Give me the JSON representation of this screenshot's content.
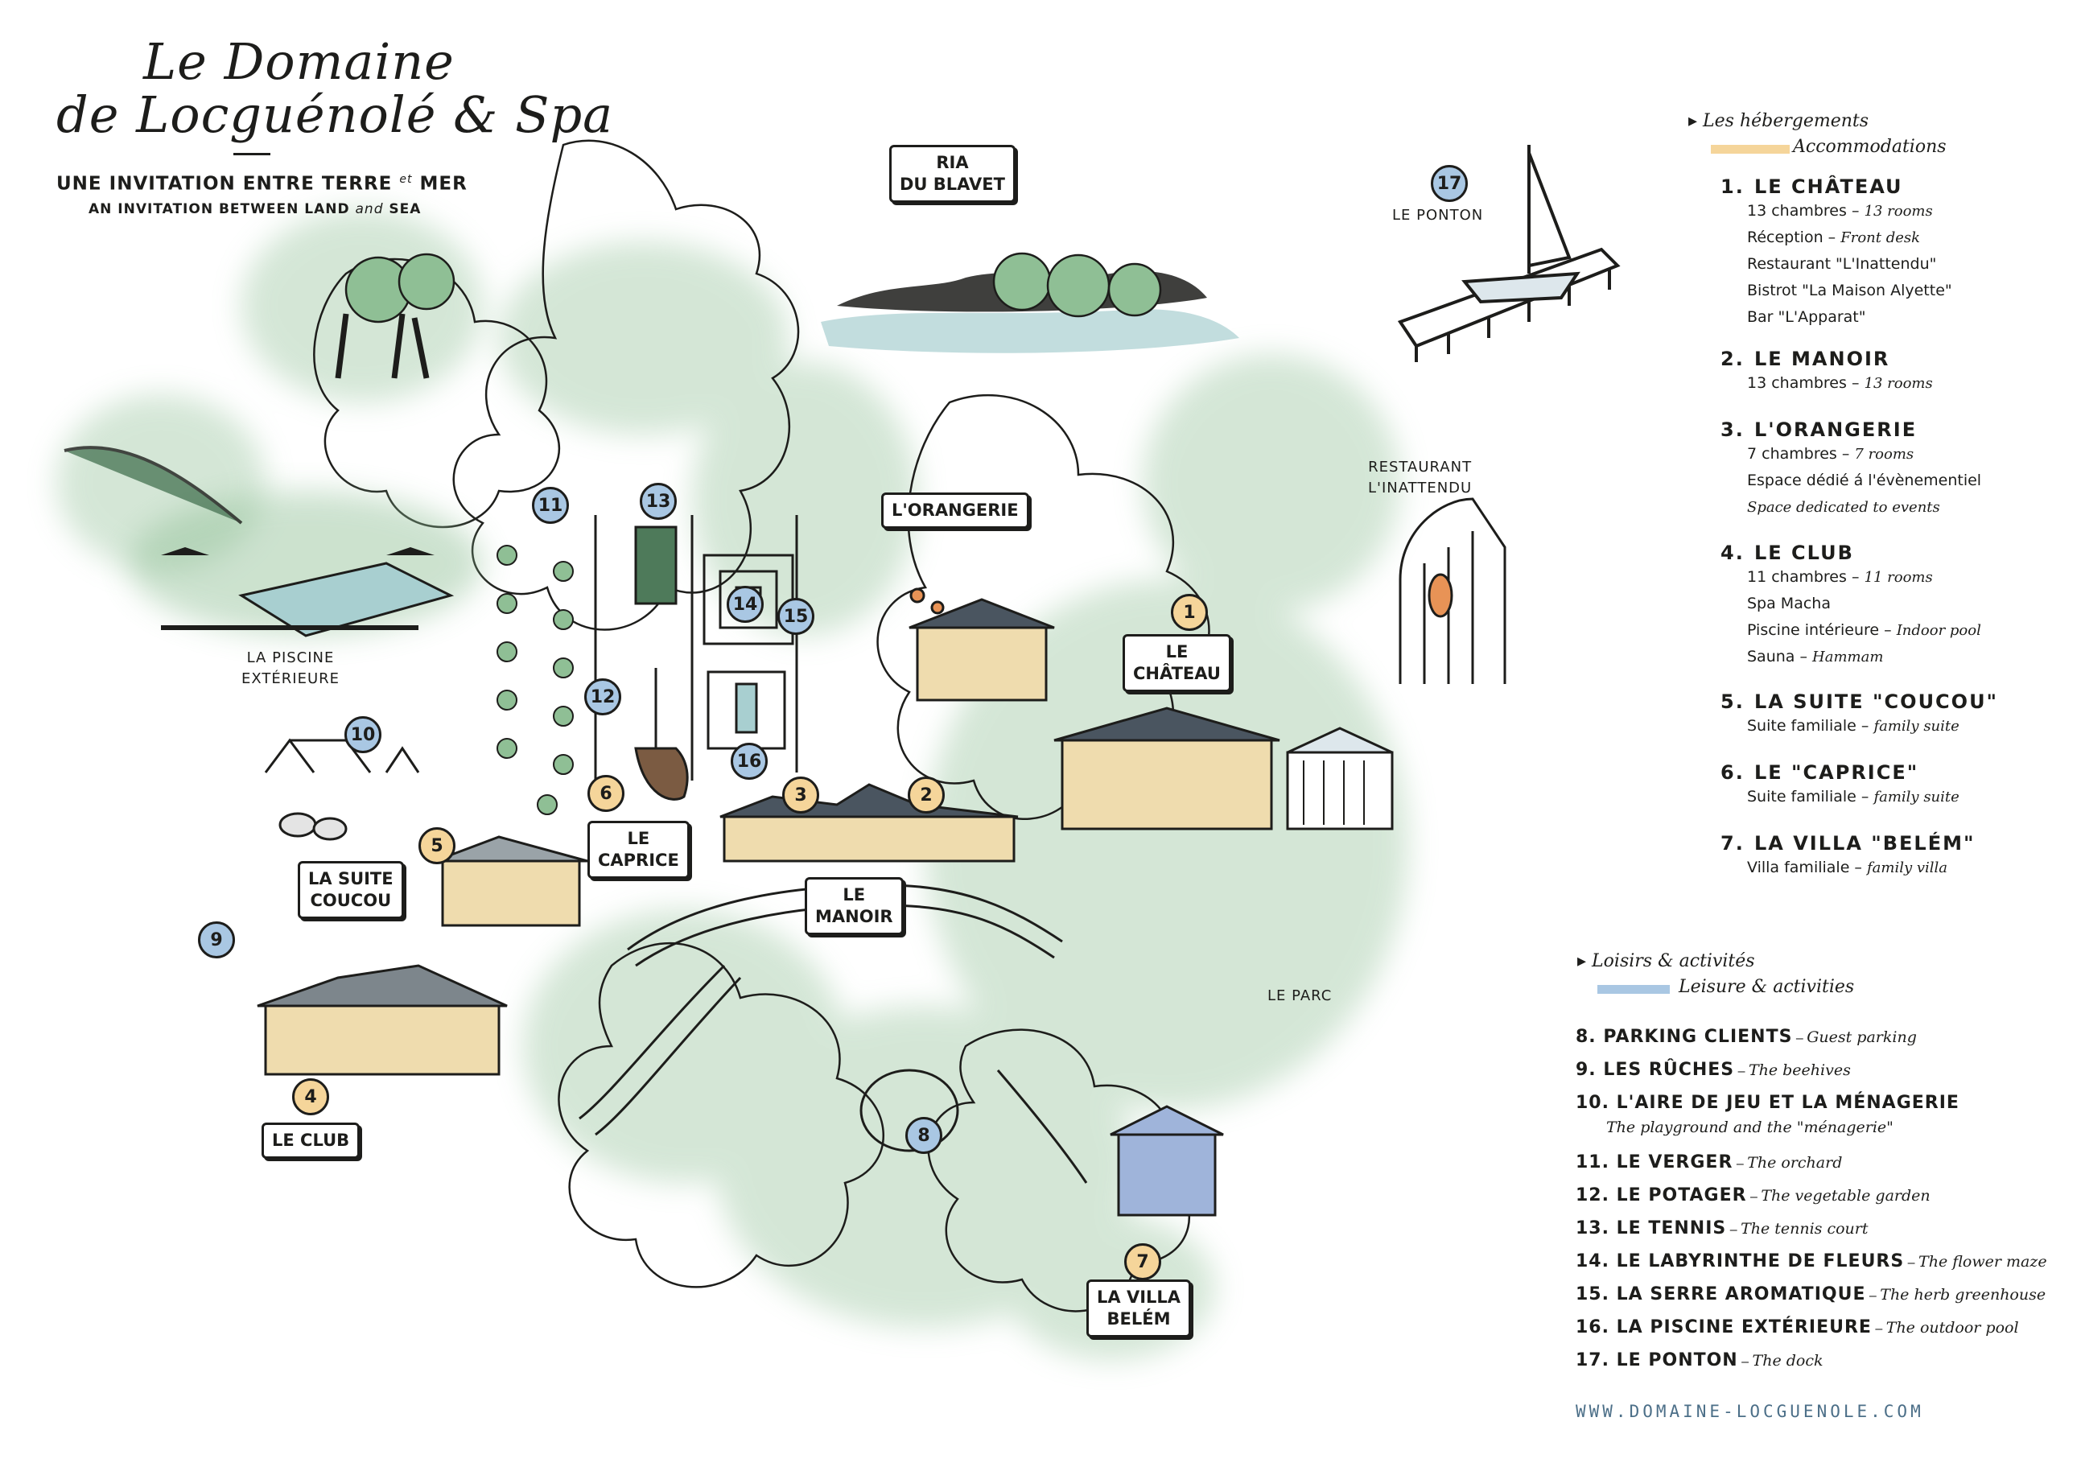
{
  "title": {
    "line1": "Le Domaine",
    "line2": "de Locguénolé & Spa"
  },
  "tagline": {
    "fr_part1": "UNE INVITATION ENTRE TERRE ",
    "fr_connector": "et",
    "fr_part2": " MER",
    "en_part1": "AN INVITATION BETWEEN LAND ",
    "en_connector": "and",
    "en_part2": " SEA"
  },
  "colors": {
    "accommodation": "#f5d59a",
    "leisure": "#a9c7e3",
    "foliage": "#8fbf95",
    "water": "#a8cfd0",
    "ink": "#1d1d1b",
    "website": "#4c6f88"
  },
  "map_labels": {
    "ria": {
      "line1": "RIA",
      "line2": "DU BLAVET"
    },
    "ponton": "LE PONTON",
    "restaurant": {
      "line1": "RESTAURANT",
      "line2": "L'INATTENDU"
    },
    "orangerie": "L'ORANGERIE",
    "chateau": {
      "line1": "LE",
      "line2": "CHÂTEAU"
    },
    "piscine": {
      "line1": "LA PISCINE",
      "line2": "EXTÉRIEURE"
    },
    "caprice": {
      "line1": "LE",
      "line2": "CAPRICE"
    },
    "suite_coucou": {
      "line1": "LA SUITE",
      "line2": "COUCOU"
    },
    "manoir": {
      "line1": "LE",
      "line2": "MANOIR"
    },
    "parc": "LE PARC",
    "club": "LE CLUB",
    "villa": {
      "line1": "LA VILLA",
      "line2": "BELÉM"
    }
  },
  "markers": [
    {
      "num": "1",
      "kind": "accommodation",
      "icon": "number-circle"
    },
    {
      "num": "2",
      "kind": "accommodation",
      "icon": "number-circle"
    },
    {
      "num": "3",
      "kind": "accommodation",
      "icon": "number-circle"
    },
    {
      "num": "4",
      "kind": "accommodation",
      "icon": "number-circle"
    },
    {
      "num": "5",
      "kind": "accommodation",
      "icon": "number-circle"
    },
    {
      "num": "6",
      "kind": "accommodation",
      "icon": "number-circle"
    },
    {
      "num": "7",
      "kind": "accommodation",
      "icon": "number-circle"
    },
    {
      "num": "8",
      "kind": "leisure",
      "icon": "number-circle"
    },
    {
      "num": "9",
      "kind": "leisure",
      "icon": "number-circle"
    },
    {
      "num": "10",
      "kind": "leisure",
      "icon": "number-circle"
    },
    {
      "num": "11",
      "kind": "leisure",
      "icon": "number-circle"
    },
    {
      "num": "12",
      "kind": "leisure",
      "icon": "number-circle"
    },
    {
      "num": "13",
      "kind": "leisure",
      "icon": "number-circle"
    },
    {
      "num": "14",
      "kind": "leisure",
      "icon": "number-circle"
    },
    {
      "num": "15",
      "kind": "leisure",
      "icon": "number-circle"
    },
    {
      "num": "16",
      "kind": "leisure",
      "icon": "number-circle"
    },
    {
      "num": "17",
      "kind": "leisure",
      "icon": "number-circle"
    }
  ],
  "legend": {
    "accommodations": {
      "title_fr": "Les hébergements",
      "title_en": "Accommodations",
      "items": [
        {
          "num": "1.",
          "name": "LE CHÂTEAU",
          "lines": [
            {
              "fr": "13 chambres",
              "en": "13 rooms"
            },
            {
              "fr": "Réception",
              "en": "Front desk"
            },
            {
              "fr": "Restaurant \"L'Inattendu\"",
              "en": ""
            },
            {
              "fr": "Bistrot \"La Maison Alyette\"",
              "en": ""
            },
            {
              "fr": "Bar \"L'Apparat\"",
              "en": ""
            }
          ]
        },
        {
          "num": "2.",
          "name": "LE MANOIR",
          "lines": [
            {
              "fr": "13 chambres",
              "en": "13 rooms"
            }
          ]
        },
        {
          "num": "3.",
          "name": "L'ORANGERIE",
          "lines": [
            {
              "fr": "7 chambres",
              "en": "7 rooms"
            },
            {
              "fr": "Espace dédié á l'évènementiel",
              "en": ""
            },
            {
              "fr": "",
              "en": "Space dedicated to events"
            }
          ]
        },
        {
          "num": "4.",
          "name": "LE CLUB",
          "lines": [
            {
              "fr": "11 chambres",
              "en": "11 rooms"
            },
            {
              "fr": "Spa Macha",
              "en": ""
            },
            {
              "fr": "Piscine intérieure",
              "en": "Indoor pool"
            },
            {
              "fr": "Sauna",
              "en": "Hammam"
            }
          ]
        },
        {
          "num": "5.",
          "name": "LA SUITE \"COUCOU\"",
          "lines": [
            {
              "fr": "Suite familiale",
              "en": "family suite"
            }
          ]
        },
        {
          "num": "6.",
          "name": "LE \"CAPRICE\"",
          "lines": [
            {
              "fr": "Suite familiale",
              "en": "family suite"
            }
          ]
        },
        {
          "num": "7.",
          "name": "LA VILLA \"BELÉM\"",
          "lines": [
            {
              "fr": "Villa familiale",
              "en": "family villa"
            }
          ]
        }
      ]
    },
    "leisure": {
      "title_fr": "Loisirs & activités",
      "title_en": "Leisure & activities",
      "items": [
        {
          "num": "8.",
          "fr": "PARKING CLIENTS",
          "en": "Guest parking"
        },
        {
          "num": "9.",
          "fr": "LES RÛCHES",
          "en": "The beehives"
        },
        {
          "num": "10.",
          "fr": "L'AIRE DE JEU ET LA MÉNAGERIE",
          "en": "",
          "sub": "The playground and the \"ménagerie\""
        },
        {
          "num": "11.",
          "fr": "LE VERGER",
          "en": "The orchard"
        },
        {
          "num": "12.",
          "fr": "LE POTAGER",
          "en": "The vegetable garden"
        },
        {
          "num": "13.",
          "fr": "LE TENNIS",
          "en": "The tennis court"
        },
        {
          "num": "14.",
          "fr": "LE LABYRINTHE DE FLEURS",
          "en": "The flower maze"
        },
        {
          "num": "15.",
          "fr": "LA SERRE AROMATIQUE",
          "en": "The herb greenhouse"
        },
        {
          "num": "16.",
          "fr": "LA PISCINE EXTÉRIEURE",
          "en": "The outdoor pool"
        },
        {
          "num": "17.",
          "fr": "LE PONTON",
          "en": "The dock"
        }
      ]
    }
  },
  "website": "WWW.DOMAINE-LOCGUENOLE.COM"
}
